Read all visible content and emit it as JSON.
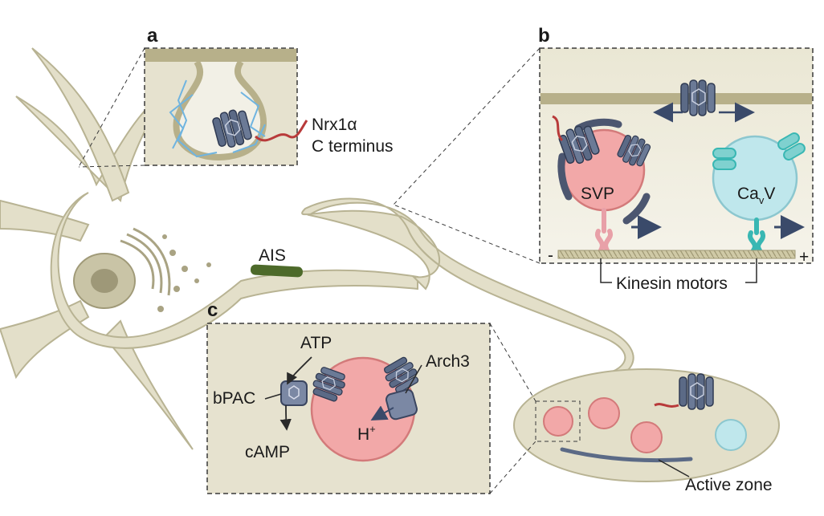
{
  "panels": {
    "a": {
      "letter": "a",
      "protein_label_line1": "Nrx1α",
      "protein_label_line2": "C terminus"
    },
    "b": {
      "letter": "b",
      "svp_label": "SVP",
      "cav_label_main": "Ca",
      "cav_label_sub": "v",
      "cav_label_end": "V",
      "minus_end": "-",
      "plus_end": "+",
      "motor_label": "Kinesin motors"
    },
    "c": {
      "letter": "c",
      "atp_label": "ATP",
      "bpac_label": "bPAC",
      "camp_label": "cAMP",
      "arch3_label": "Arch3",
      "proton_label": "H",
      "proton_charge": "+"
    }
  },
  "neuron": {
    "ais_label": "AIS",
    "active_zone_label": "Active zone"
  },
  "colors": {
    "neuron_fill": "#e3dfc9",
    "neuron_stroke": "#b8b393",
    "ais": "#4d6a2a",
    "svp_vesicle": "#f2a8a8",
    "cav_vesicle": "#bfe7ec",
    "channel": "#5b6a86",
    "clathrin": "#6fb4e0",
    "kinesin_svp": "#e8a0a8",
    "kinesin_cav": "#39b7b3",
    "arrow": "#3a4a6a"
  }
}
